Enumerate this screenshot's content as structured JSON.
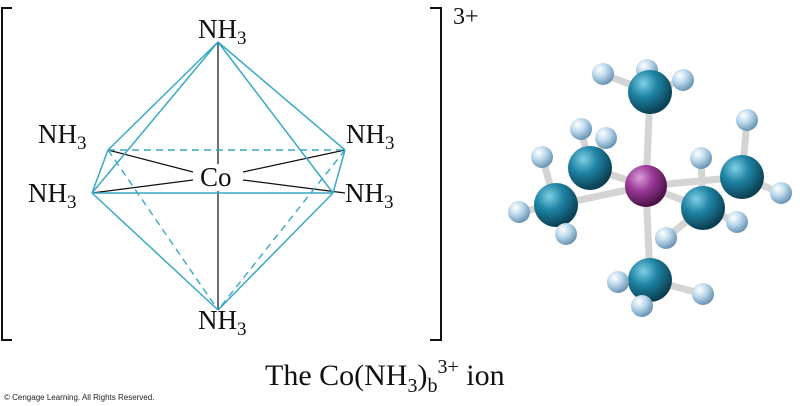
{
  "ligand_formula": {
    "main": "NH",
    "sub": "3"
  },
  "central_atom": "Co",
  "charge": "3+",
  "caption": {
    "pre": "The Co(NH",
    "sub": "3",
    "mid": ")",
    "sub2": "b",
    "sup": "3+",
    "post": " ion"
  },
  "copyright": "© Cengage Learning. All Rights Reserved.",
  "colors": {
    "edge": "#39a9c6",
    "bond": "#111111",
    "cobalt": "#8c2f8a",
    "nitrogen": "#1f7f9e",
    "hydrogen": "#b8d6ea",
    "stick": "#d9d9d9"
  }
}
